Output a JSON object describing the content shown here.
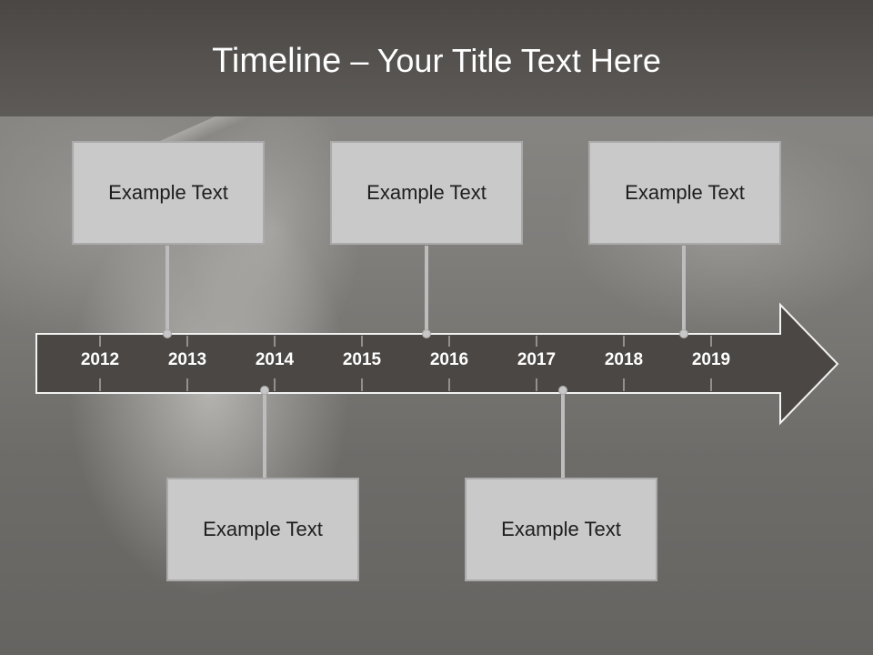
{
  "slide": {
    "title_lead": "Timeline",
    "title_rest": " – Your Title Text Here"
  },
  "timeline": {
    "years": [
      "2012",
      "2013",
      "2014",
      "2015",
      "2016",
      "2017",
      "2018",
      "2019"
    ],
    "events": [
      {
        "text": "Example Text",
        "position": "above"
      },
      {
        "text": "Example Text",
        "position": "above"
      },
      {
        "text": "Example Text",
        "position": "above"
      },
      {
        "text": "Example Text",
        "position": "below"
      },
      {
        "text": "Example Text",
        "position": "below"
      }
    ]
  },
  "colors": {
    "arrow_fill": "#4b4744",
    "arrow_outline": "#f2f2f2",
    "box_fill": "#c9c9c9",
    "box_border": "#aaaaaa",
    "text_dark": "#1e1e1e"
  }
}
